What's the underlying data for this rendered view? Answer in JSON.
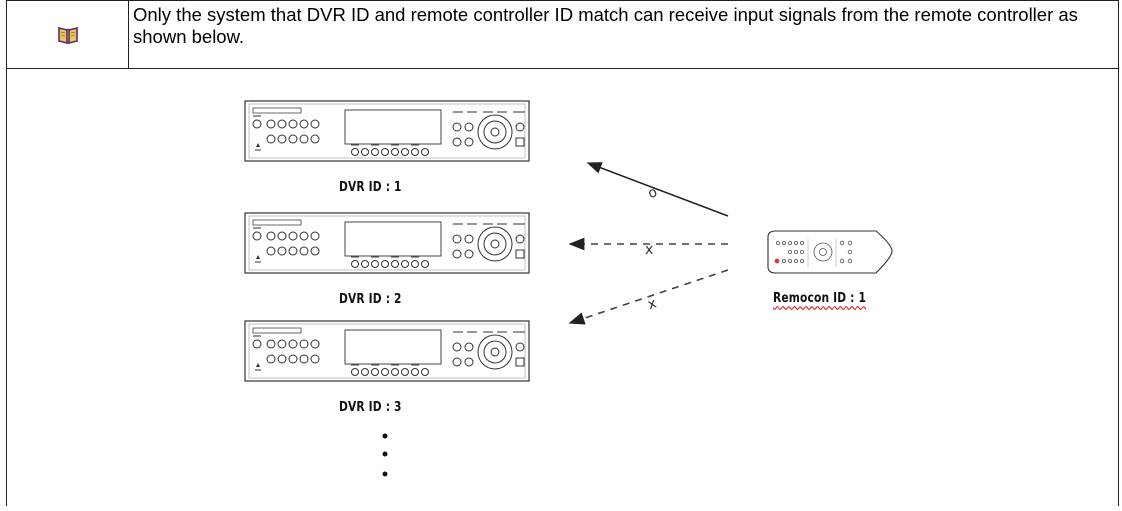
{
  "note": {
    "icon": "book-icon",
    "text": "Only the system that DVR ID and remote controller ID match can receive input signals from the remote controller as shown below."
  },
  "figure": {
    "dvr_units": [
      {
        "label": "DVR ID : 1",
        "signal": "o"
      },
      {
        "label": "DVR ID : 2",
        "signal": "x"
      },
      {
        "label": "DVR ID : 3",
        "signal": "x"
      }
    ],
    "remote_label": "Remocon ID : 1",
    "ellipsis_dots": 3,
    "colors": {
      "line": "#222222",
      "remote_red": "#e23b3b",
      "icon_gold": "#c8a23a",
      "icon_purple": "#5a2a6e"
    }
  }
}
